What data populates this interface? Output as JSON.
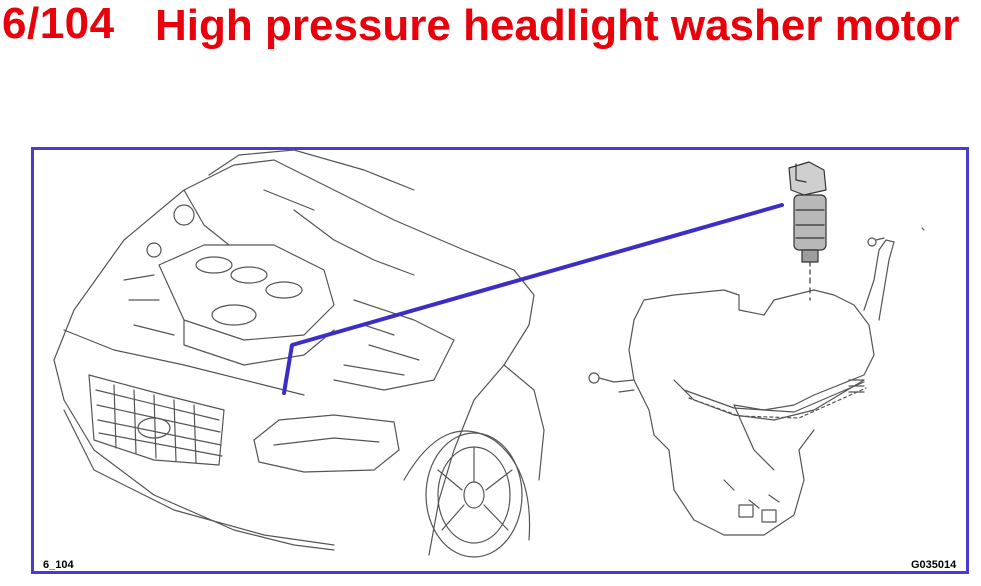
{
  "header": {
    "number": "6/104",
    "title": "High pressure headlight washer motor"
  },
  "figure": {
    "code_left": "6_104",
    "code_right": "G035014"
  },
  "colors": {
    "title_red": "#e8000b",
    "frame_blue": "#4b3ad0",
    "pointer_blue": "#3b2dc8",
    "line_gray": "#555555"
  },
  "icons": [
    "car-engine-bay-illustration",
    "washer-motor-pump",
    "washer-fluid-reservoir"
  ]
}
